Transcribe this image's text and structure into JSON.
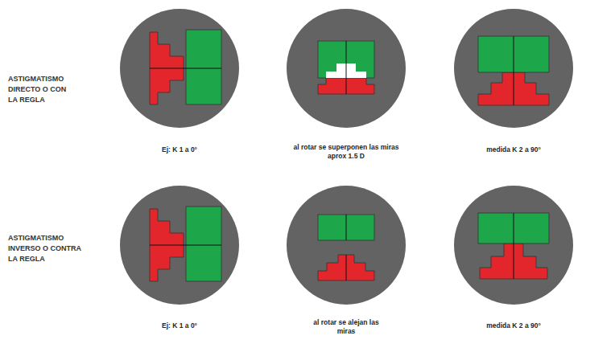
{
  "diagram": {
    "labels": [
      "ASTIGMATISMO DIRECTO O CON LA REGLA",
      "Ej: K 1 a 0°",
      "al rotar se superponen las miras aprox 1.5 D",
      "medida K 2 a 90°",
      "ASTIGMATISMO INVERSO O CONTRA LA REGLA",
      "Ej: K 1 a 0°",
      "al rotar se alejan las miras",
      "medida K 2 a 90°"
    ]
  }
}
